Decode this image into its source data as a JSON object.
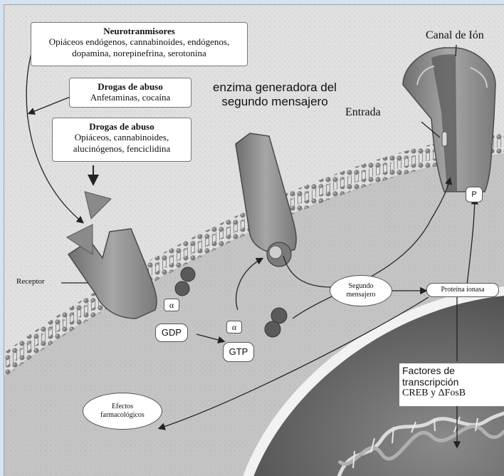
{
  "boxes": {
    "neurotransmitters": {
      "title": "Neurotranmisores",
      "line1": "Opiáceos endógenos, cannabinoides, endógenos,",
      "line2": "dopamina, norepinefrina, serotonina"
    },
    "drugs_1": {
      "title": "Drogas de abuso",
      "line1": "Anfetaminas, cocaína"
    },
    "drugs_2": {
      "title": "Drogas de abuso",
      "line1": "Opiáceos, cannabinoides,",
      "line2": "alucinógenos, fenciclidina"
    }
  },
  "labels": {
    "ion_channel": "Canal de Ión",
    "enzyme_line1": "enzima generadora del",
    "enzyme_line2": "segundo mensajero",
    "entrance": "Entrada",
    "receptor": "Receptor"
  },
  "ovals": {
    "second_messenger_line1": "Segundo",
    "second_messenger_line2": "mensajero",
    "effects_line1": "Efectos",
    "effects_line2": "farmacológicos"
  },
  "pills": {
    "protein_kinase": "Proteína ionasa",
    "gdp": "GDP",
    "gtp": "GTP",
    "alpha": "α",
    "phosphate": "P"
  },
  "transcription": {
    "line1": "Factores de",
    "line2": "transcripción",
    "line3": "CREB y ΔFosB"
  },
  "colors": {
    "background_frame": "#d6e2f0",
    "membrane": "#9a9a9a",
    "cytoplasm": "#bfbfbf",
    "nucleus": "#6e6e6e",
    "protein": "#8a8a8a"
  }
}
